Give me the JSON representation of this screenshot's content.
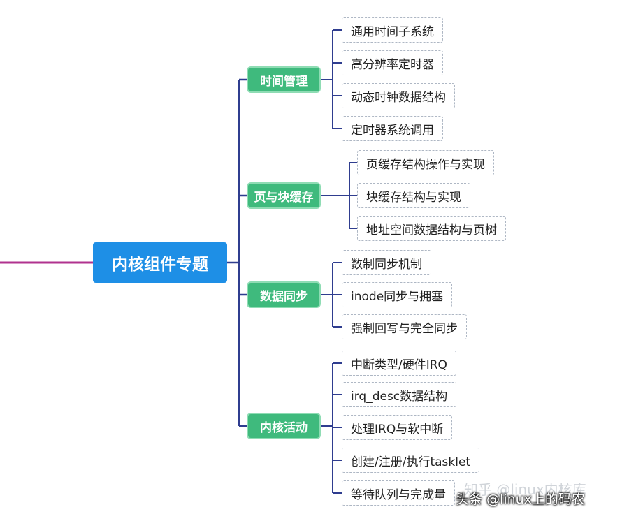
{
  "root": {
    "label": "内核组件专题"
  },
  "categories": [
    {
      "label": "时间管理",
      "color": "#3fba7d",
      "items": [
        "通用时间子系统",
        "高分辨率定时器",
        "动态时钟数据结构",
        "定时器系统调用"
      ]
    },
    {
      "label": "页与块缓存",
      "color": "#3fba7d",
      "items": [
        "页缓存结构操作与实现",
        "块缓存结构与实现",
        "地址空间数据结构与页树"
      ]
    },
    {
      "label": "数据同步",
      "color": "#3fba7d",
      "items": [
        "数制同步机制",
        "inode同步与拥塞",
        "强制回写与完全同步"
      ]
    },
    {
      "label": "内核活动",
      "color": "#3fba7d",
      "items": [
        "中断类型/硬件IRQ",
        "irq_desc数据结构",
        "处理IRQ与软中断",
        "创建/注册/执行tasklet",
        "等待队列与完成量"
      ]
    }
  ],
  "watermark": "知乎 @linux内核库",
  "attribution": "头条 @linux上的码农",
  "colors": {
    "root": "#1e8fe6",
    "category": "#3fba7d",
    "connector": "#2f3d8f",
    "incoming_line": "#b0338f"
  }
}
